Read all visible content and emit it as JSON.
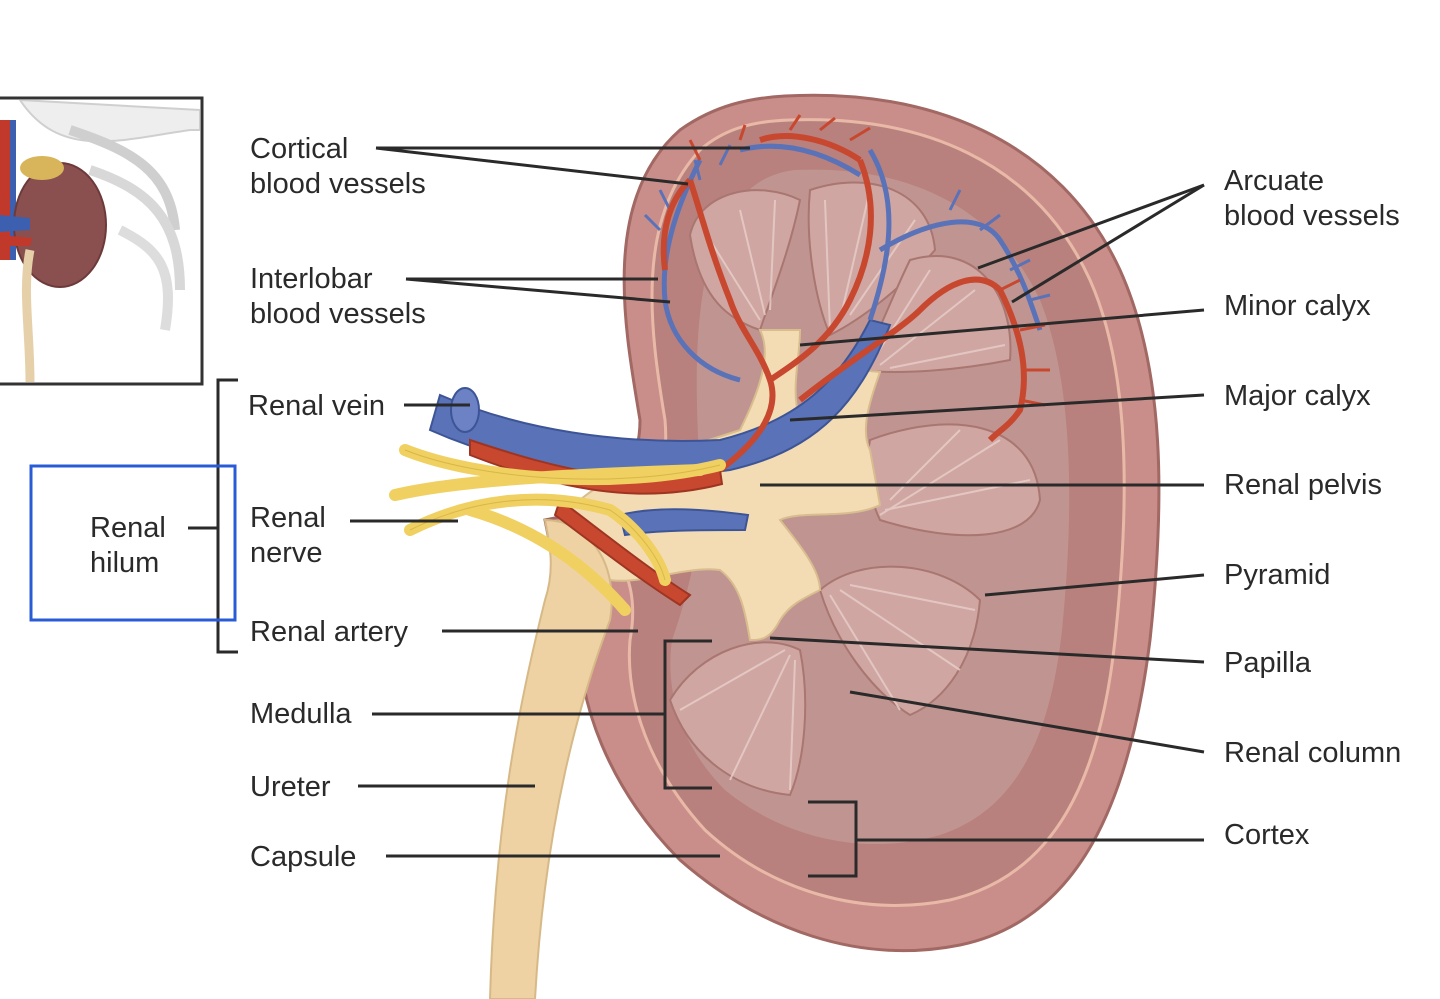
{
  "labels": {
    "cortical_vessels": [
      "Cortical",
      "blood vessels"
    ],
    "interlobar_vessels": [
      "Interlobar",
      "blood vessels"
    ],
    "renal_vein": "Renal vein",
    "renal_nerve": [
      "Renal",
      "nerve"
    ],
    "renal_artery": "Renal artery",
    "medulla": "Medulla",
    "ureter": "Ureter",
    "capsule": "Capsule",
    "renal_hilum": [
      "Renal",
      "hilum"
    ],
    "arcuate_vessels": [
      "Arcuate",
      "blood vessels"
    ],
    "minor_calyx": "Minor calyx",
    "major_calyx": "Major calyx",
    "renal_pelvis": "Renal pelvis",
    "pyramid": "Pyramid",
    "papilla": "Papilla",
    "renal_column": "Renal column",
    "cortex": "Cortex"
  },
  "colors": {
    "capsule": "#c98e8a",
    "cortex": "#b8807c",
    "medulla": "#c89a95",
    "pyramid_striation": "#e8cfcb",
    "calyx": "#f3dcb4",
    "ureter": "#efd2a4",
    "vein": "#5a72b8",
    "artery": "#c8472f",
    "nerve": "#f0d060",
    "hilum_box": "#2a5bd7",
    "text": "#2a2a2a"
  },
  "icons": [
    "rib-cage-inset-image"
  ]
}
